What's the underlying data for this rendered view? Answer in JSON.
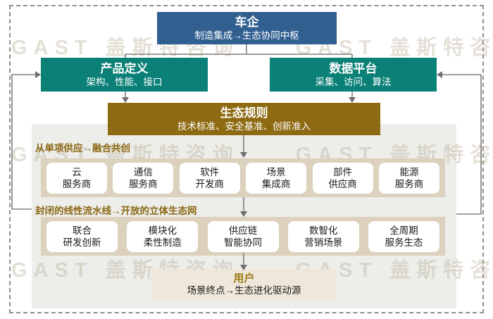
{
  "watermark": {
    "text": "GAST 盖斯特咨询"
  },
  "nodes": {
    "oem": {
      "title": "车企",
      "subtitle": "制造集成→生态协同中枢"
    },
    "product": {
      "title": "产品定义",
      "subtitle": "架构、性能、接口"
    },
    "data_platform": {
      "title": "数据平台",
      "subtitle": "采集、访问、算法"
    },
    "rules": {
      "title": "生态规则",
      "subtitle": "技术标准、安全基准、创新准入"
    },
    "user": {
      "title": "用户",
      "subtitle": "场景终点→生态进化驱动源"
    }
  },
  "suppliers": {
    "label": "从单项供应→融合共创",
    "items": [
      {
        "line1": "云",
        "line2": "服务商"
      },
      {
        "line1": "通信",
        "line2": "服务商"
      },
      {
        "line1": "软件",
        "line2": "开发商"
      },
      {
        "line1": "场景",
        "line2": "集成商"
      },
      {
        "line1": "部件",
        "line2": "供应商"
      },
      {
        "line1": "能源",
        "line2": "服务商"
      }
    ]
  },
  "network": {
    "label": "封闭的线性流水线→开放的立体生态网",
    "items": [
      {
        "line1": "联合",
        "line2": "研发创新"
      },
      {
        "line1": "模块化",
        "line2": "柔性制造"
      },
      {
        "line1": "供应链",
        "line2": "智能协同"
      },
      {
        "line1": "数智化",
        "line2": "营销场景"
      },
      {
        "line1": "全周期",
        "line2": "服务生态"
      }
    ]
  },
  "colors": {
    "oem_blue": "#305F90",
    "teal": "#0B8077",
    "rules_brown": "#8E6A12",
    "label_gold": "#8B6914",
    "beige_panel": "#DBD1BC",
    "gray_panel": "#EDEDEA",
    "user_bg": "#EFE8DA",
    "connector_gray": "#7F7F7F"
  }
}
